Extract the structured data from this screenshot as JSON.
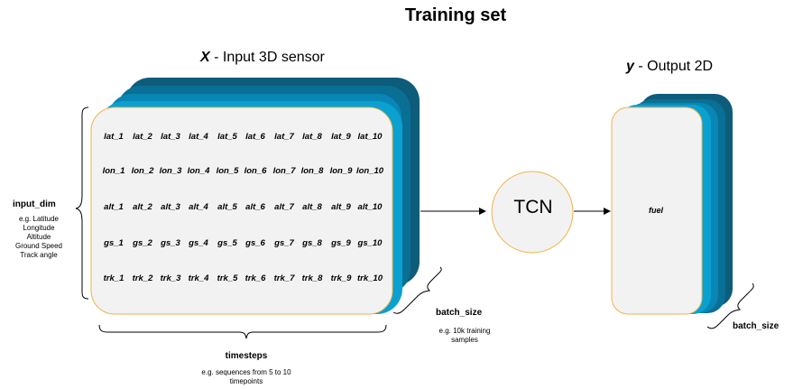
{
  "title": "Training set",
  "x_block": {
    "symbol": "X",
    "label": " - Input 3D sensor",
    "rows": [
      [
        "lat_1",
        "lat_2",
        "lat_3",
        "lat_4",
        "lat_5",
        "lat_6",
        "lat_7",
        "lat_8",
        "lat_9",
        "lat_10"
      ],
      [
        "lon_1",
        "lon_2",
        "lon_3",
        "lon_4",
        "lon_5",
        "lon_6",
        "lon_7",
        "lon_8",
        "lon_9",
        "lon_10"
      ],
      [
        "alt_1",
        "alt_2",
        "alt_3",
        "alt_4",
        "alt_5",
        "alt_6",
        "alt_7",
        "alt_8",
        "alt_9",
        "alt_10"
      ],
      [
        "gs_1",
        "gs_2",
        "gs_3",
        "gs_4",
        "gs_5",
        "gs_6",
        "gs_7",
        "gs_8",
        "gs_9",
        "gs_10"
      ],
      [
        "trk_1",
        "trk_2",
        "trk_3",
        "trk_4",
        "trk_5",
        "trk_6",
        "trk_7",
        "trk_8",
        "trk_9",
        "trk_10"
      ]
    ]
  },
  "input_dim": {
    "title": "input_dim",
    "description": [
      "e.g. Latitude",
      "Longitude",
      "Altitude",
      "Ground Speed",
      "Track angle"
    ]
  },
  "timesteps": {
    "title": "timesteps",
    "description": [
      "e.g. sequences from 5 to 10",
      "timepoints"
    ]
  },
  "batch_size_x": {
    "title": "batch_size",
    "description": [
      "e.g. 10k training",
      "samples"
    ]
  },
  "model": {
    "label": "TCN"
  },
  "y_block": {
    "symbol": "y",
    "label": " - Output 2D",
    "cell": "fuel"
  },
  "batch_size_y": {
    "title": "batch_size"
  },
  "colors": {
    "layer_back": "#0d5c7a",
    "layer_mid1": "#0a6f94",
    "layer_mid2": "#0886b5",
    "layer_front_back": "#0aa0cf",
    "card_fill": "#f2f2f2",
    "card_border": "#f0b34a"
  }
}
